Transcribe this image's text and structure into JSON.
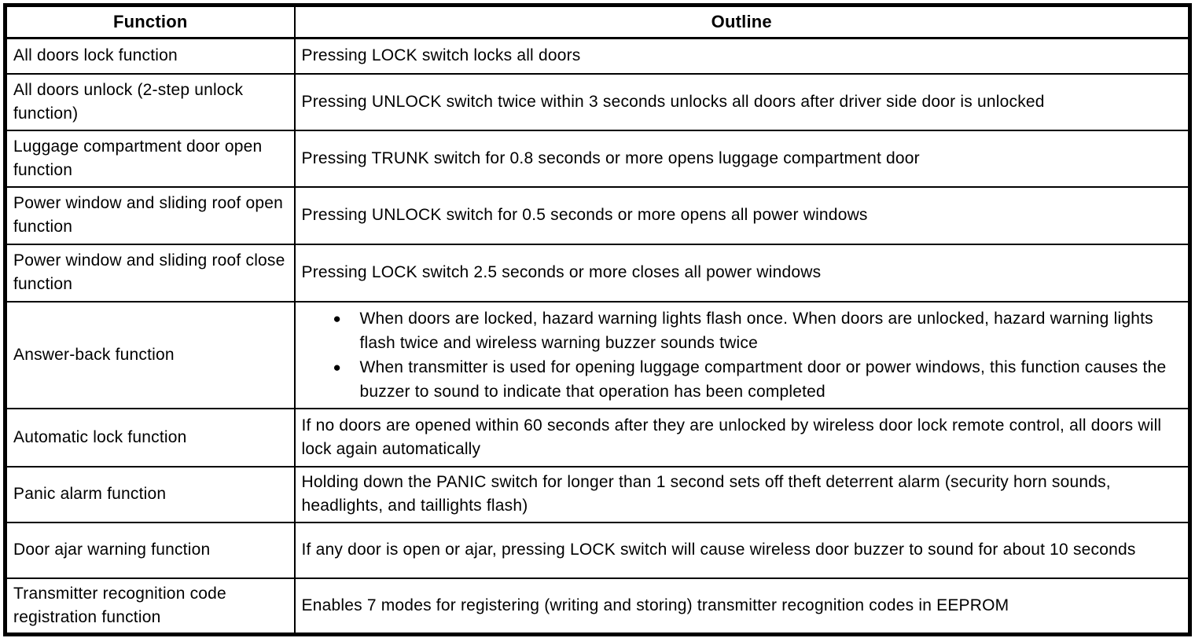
{
  "table": {
    "name": "wireless-door-lock-function-table",
    "columns": {
      "function": "Function",
      "outline": "Outline"
    },
    "bullet_glyph": "●",
    "rows": [
      {
        "function": "All doors lock function",
        "outline": "Pressing LOCK switch locks all doors"
      },
      {
        "function": "All doors unlock (2-step unlock function)",
        "outline": "Pressing UNLOCK switch twice within 3 seconds unlocks all doors after driver side door is unlocked"
      },
      {
        "function": "Luggage compartment door open function",
        "outline": "Pressing TRUNK switch for 0.8 seconds or more opens luggage compartment door"
      },
      {
        "function": "Power window and sliding roof open function",
        "outline": "Pressing UNLOCK switch for 0.5 seconds or more opens all power windows"
      },
      {
        "function": "Power window and sliding roof close function",
        "outline": "Pressing LOCK switch 2.5 seconds or more closes all power windows"
      },
      {
        "function": "Answer-back function",
        "bullets": [
          "When doors are locked, hazard warning lights flash once. When doors are unlocked, hazard warning lights flash twice and wireless warning buzzer sounds twice",
          "When transmitter is used for opening luggage compartment door or power windows, this function causes the buzzer to sound to indicate that operation has been completed"
        ]
      },
      {
        "function": "Automatic lock function",
        "outline": "If no doors are opened within 60 seconds after they are unlocked by wireless door lock remote control, all doors will lock again automatically"
      },
      {
        "function": "Panic alarm function",
        "outline": "Holding down the PANIC switch for longer than 1 second sets off theft deterrent alarm (security horn sounds, headlights, and taillights flash)"
      },
      {
        "function": "Door ajar warning function",
        "outline": "If any door is open or ajar, pressing LOCK switch will cause wireless door buzzer to sound for about 10 seconds"
      },
      {
        "function": "Transmitter recognition code registration function",
        "outline": "Enables 7 modes for registering (writing and storing) transmitter recognition codes in EEPROM"
      }
    ]
  }
}
